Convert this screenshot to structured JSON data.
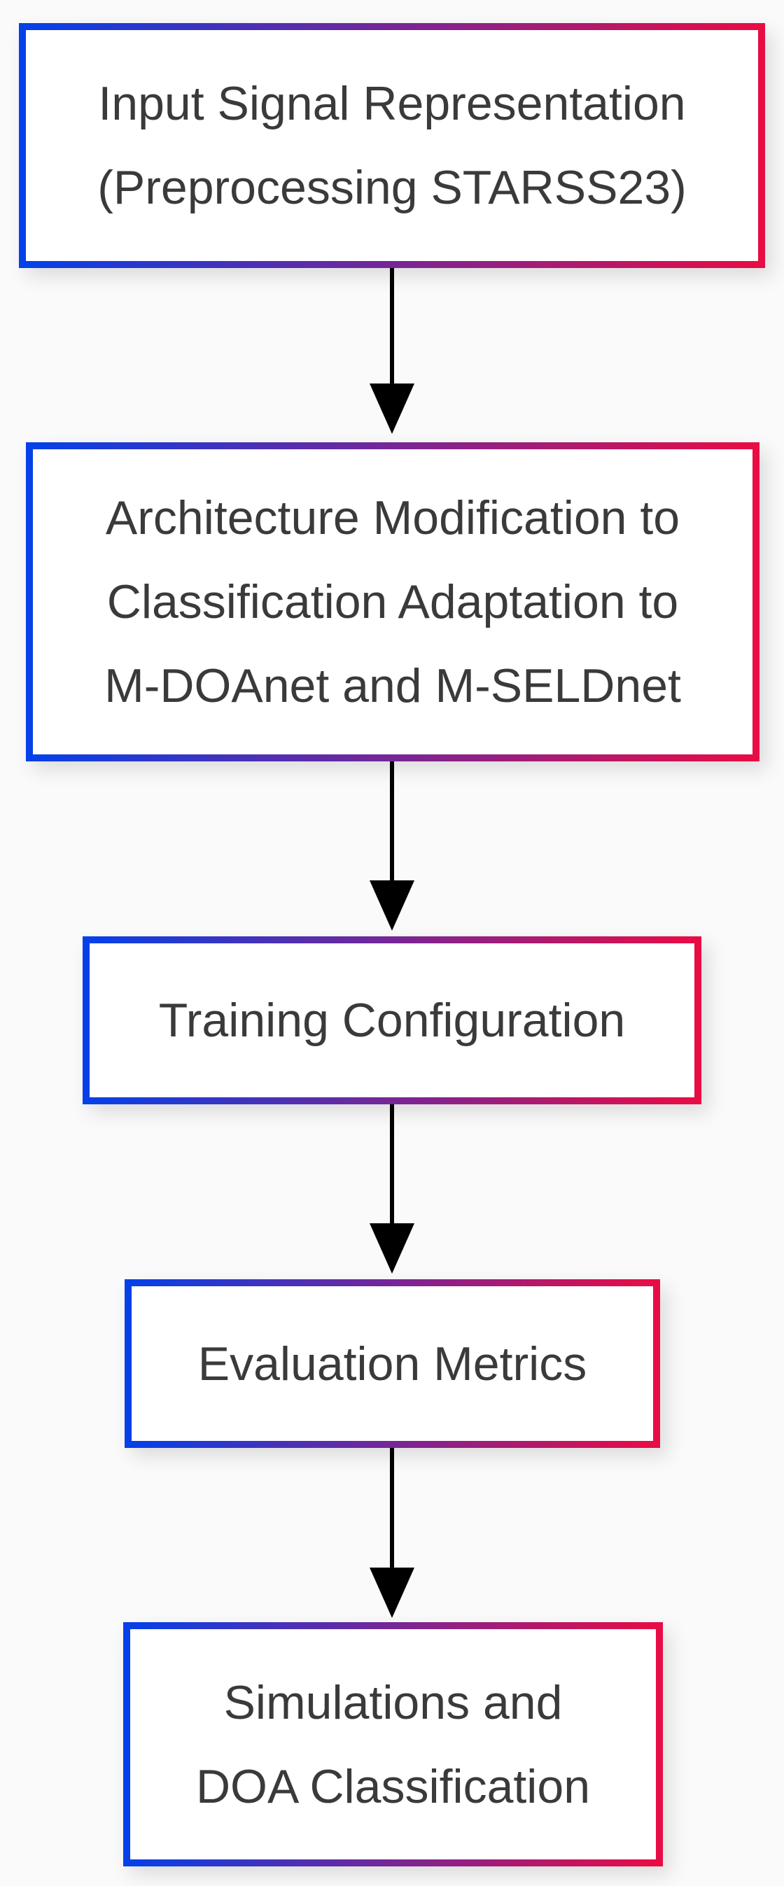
{
  "diagram": {
    "type": "flowchart",
    "direction": "top-to-bottom",
    "nodes": [
      {
        "id": "input-signal-representation",
        "lines": [
          "Input Signal Representation",
          "(Preprocessing STARSS23)"
        ]
      },
      {
        "id": "architecture-modification",
        "lines": [
          "Architecture Modification to",
          "Classification Adaptation to",
          "M-DOAnet and M-SELDnet"
        ]
      },
      {
        "id": "training-configuration",
        "lines": [
          "Training Configuration"
        ]
      },
      {
        "id": "evaluation-metrics",
        "lines": [
          "Evaluation Metrics"
        ]
      },
      {
        "id": "simulations-doa-classification",
        "lines": [
          "Simulations and",
          "DOA Classification"
        ]
      }
    ],
    "edges": [
      {
        "from": "input-signal-representation",
        "to": "architecture-modification"
      },
      {
        "from": "architecture-modification",
        "to": "training-configuration"
      },
      {
        "from": "training-configuration",
        "to": "evaluation-metrics"
      },
      {
        "from": "evaluation-metrics",
        "to": "simulations-doa-classification"
      }
    ],
    "colors": {
      "gradient_start": "#0540e8",
      "gradient_end": "#e80c45",
      "arrow": "#000000",
      "text": "#3a3a3a",
      "box_fill": "#ffffff",
      "page_bg": "#fafafa"
    }
  }
}
